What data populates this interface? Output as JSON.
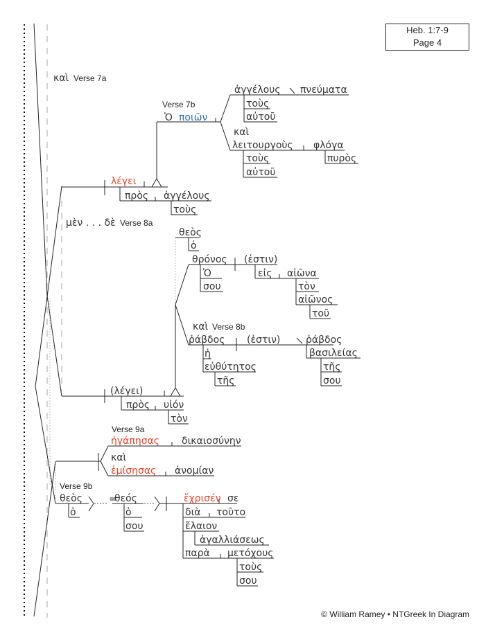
{
  "header": {
    "reference": "Heb. 1:7-9",
    "page": "Page 4"
  },
  "footer": "© William Ramey • NTGreek In Diagram",
  "colors": {
    "verb": "#e8412c",
    "participle": "#2c6fa8",
    "ink": "#222222"
  },
  "v7a": {
    "conj": "καὶ",
    "label": "Verse 7a",
    "verb": "λέγει",
    "prep": "πρὸς",
    "pobj": "ἀγγέλους",
    "pobj_art": "τοὺς"
  },
  "v7b": {
    "label": "Verse 7b",
    "art": "Ὁ",
    "participle": "ποιῶν",
    "obj1": "ἀγγέλους",
    "comp1": "πνεύματα",
    "obj1_art": "τοὺς",
    "obj1_gen": "αὐτοῦ",
    "conj": "καὶ",
    "obj2": "λειτουργοὺς",
    "comp2": "φλόγα",
    "comp2_gen": "πυρὸς",
    "obj2_art": "τοὺς",
    "obj2_gen": "αὐτοῦ"
  },
  "v8a": {
    "conj": "μὲν . . . δὲ",
    "label": "Verse 8a",
    "voc": "θεὸς",
    "voc_art": "ὁ",
    "subj": "θρόνος",
    "verb": "(ἐστιν)",
    "subj_art": "Ὁ",
    "subj_gen": "σου",
    "prep": "εἰς",
    "pobj": "αἰῶνα",
    "pobj_art": "τὸν",
    "pobj_gen": "αἰῶνος",
    "pobj_gen_art": "τοῦ"
  },
  "v8b": {
    "conj": "καὶ",
    "label": "Verse 8b",
    "subj": "ῥάβδος",
    "subj_art": "ἡ",
    "subj_gen": "εὐθύτητος",
    "subj_gen_art": "τῆς",
    "verb": "(ἐστιν)",
    "comp": "ῥάβδος",
    "comp_gen": "βασιλείας",
    "comp_gen_art": "τῆς",
    "comp_gen_pron": "σου",
    "main_verb": "(λέγει)",
    "prep": "πρὸς",
    "pobj": "υἱόν",
    "pobj_art": "τὸν"
  },
  "v9a": {
    "label": "Verse 9a",
    "verb1": "ἠγάπησας",
    "obj1": "δικαιοσύνην",
    "conj": "καὶ",
    "verb2": "ἐμίσησας",
    "obj2": "ἀνομίαν"
  },
  "v9b": {
    "label": "Verse 9b",
    "subj": "θεὸς",
    "subj_art": "ὁ",
    "equals": "=",
    "appos": "θεός",
    "appos_art": "ὁ",
    "appos_gen": "σου",
    "verb": "ἔχρισέν",
    "obj": "σε",
    "prep1": "διὰ",
    "pobj1": "τοῦτο",
    "instr": "ἔλαιον",
    "instr_gen": "ἀγαλλιάσεως",
    "prep2": "παρὰ",
    "pobj2": "μετόχους",
    "pobj2_art": "τοὺς",
    "pobj2_gen": "σου"
  }
}
